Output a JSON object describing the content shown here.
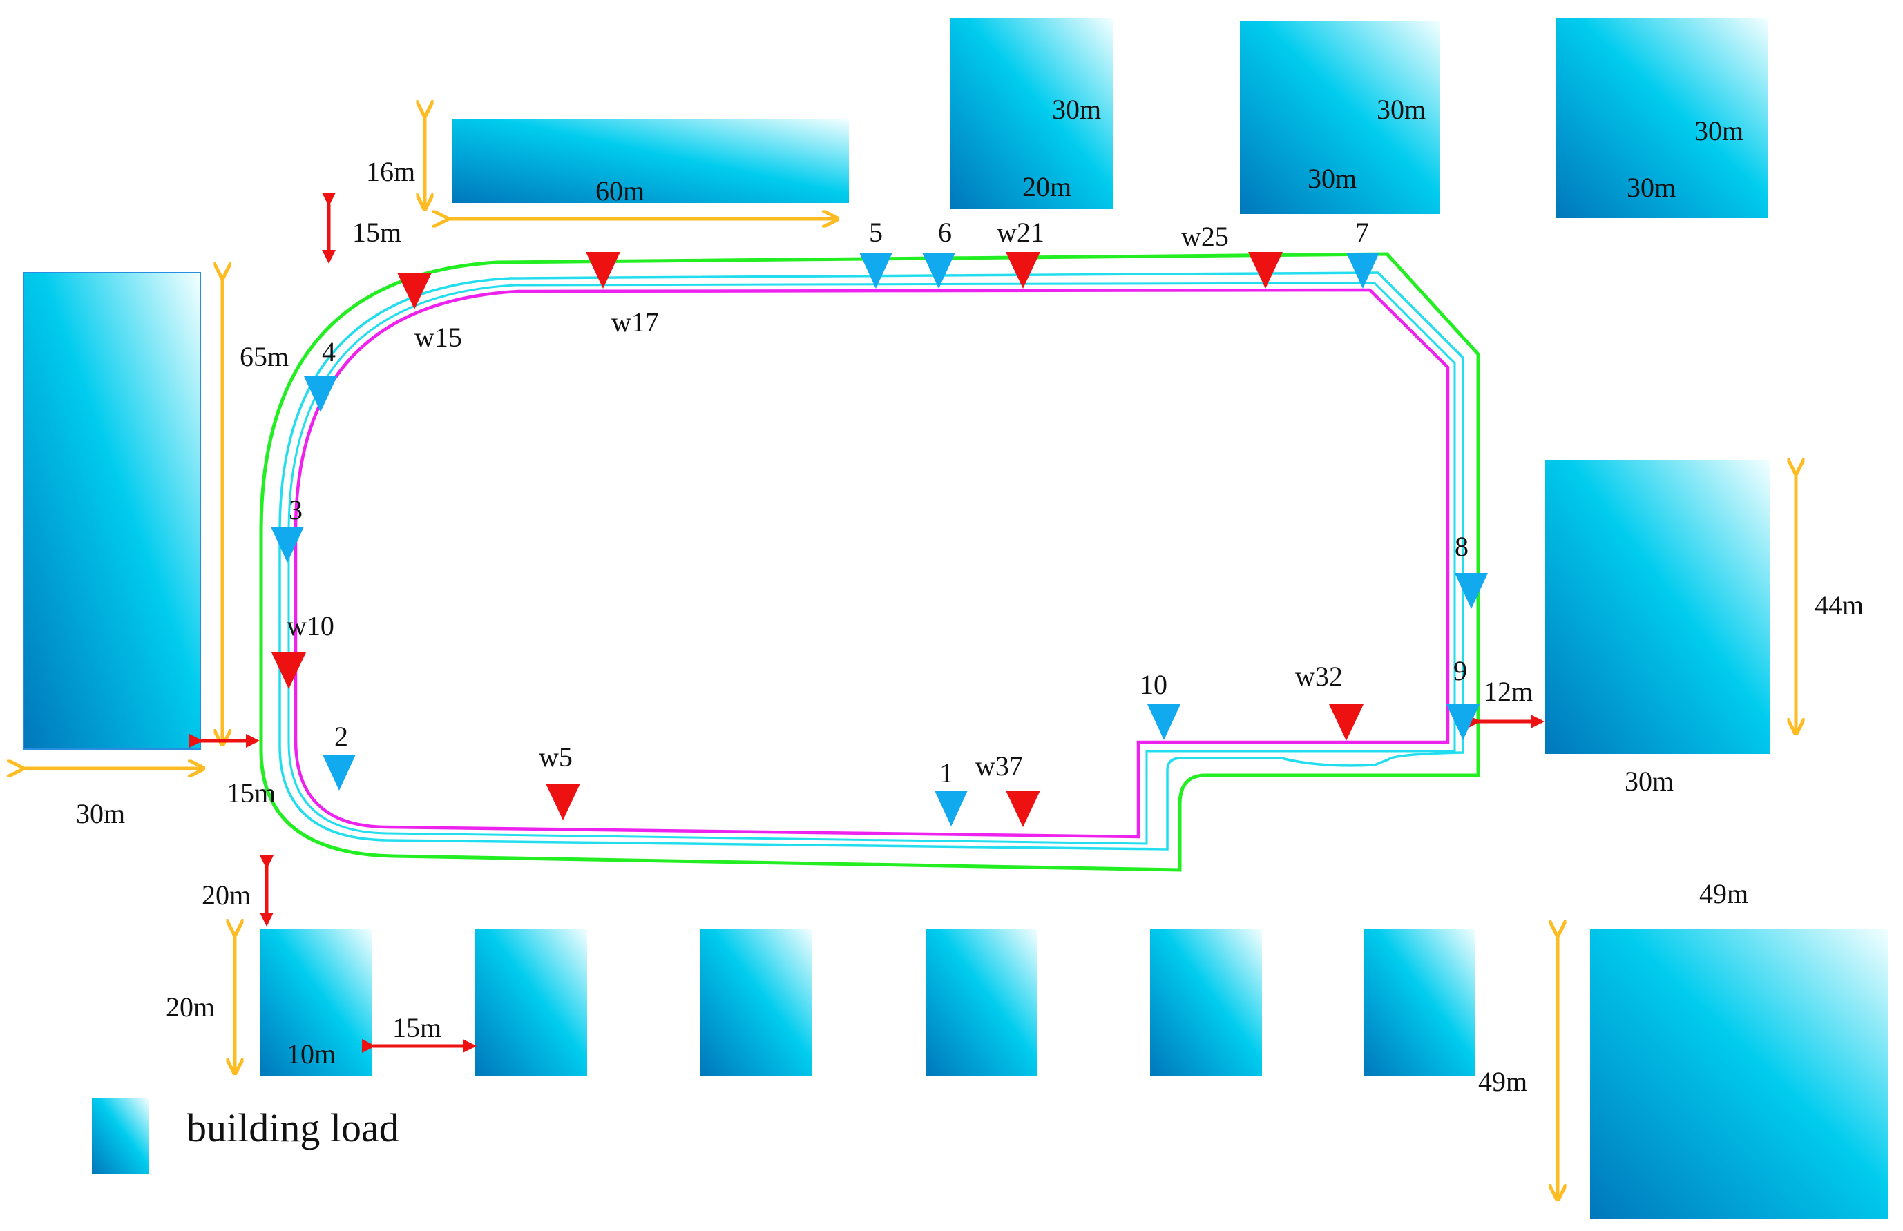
{
  "colors": {
    "building_light": "#ffffff",
    "building_mid": "#00ccee",
    "building_dark": "#0077bb",
    "dimension_yellow": "#ffbb22",
    "dimension_red": "#ee1111",
    "path_green": "#22ee22",
    "path_cyan": "#22ddee",
    "path_magenta": "#ee22ee",
    "marker_blue": "#11aaee",
    "marker_red": "#ee1111"
  },
  "buildings": [
    {
      "id": "tall-left",
      "w_label": "30m",
      "h_label": "65m"
    },
    {
      "id": "long-top",
      "w_label": "60m",
      "h_label": "16m"
    },
    {
      "id": "top-1",
      "w_label": "20m",
      "h_label": "30m"
    },
    {
      "id": "top-2",
      "w_label": "30m",
      "h_label": "30m"
    },
    {
      "id": "top-3",
      "w_label": "30m",
      "h_label": "30m"
    },
    {
      "id": "right-mid",
      "w_label": "30m",
      "h_label": "44m"
    },
    {
      "id": "bottom-1",
      "w_label": "10m",
      "h_label": "20m"
    },
    {
      "id": "bottom-2"
    },
    {
      "id": "bottom-3"
    },
    {
      "id": "bottom-4"
    },
    {
      "id": "bottom-5"
    },
    {
      "id": "bottom-6"
    },
    {
      "id": "big-bottom-right",
      "w_label": "49m",
      "h_label": "49m"
    }
  ],
  "dimensions": {
    "d_15m_top": "15m",
    "d_15m_left": "15m",
    "d_20m_bottom": "20m",
    "d_15m_bottom_gap": "15m",
    "d_12m_right": "12m"
  },
  "blue_markers": [
    "1",
    "2",
    "3",
    "4",
    "5",
    "6",
    "7",
    "8",
    "9",
    "10"
  ],
  "red_markers": [
    "w5",
    "w10",
    "w15",
    "w17",
    "w21",
    "w25",
    "w32",
    "w37"
  ],
  "legend": {
    "label": "building load"
  }
}
